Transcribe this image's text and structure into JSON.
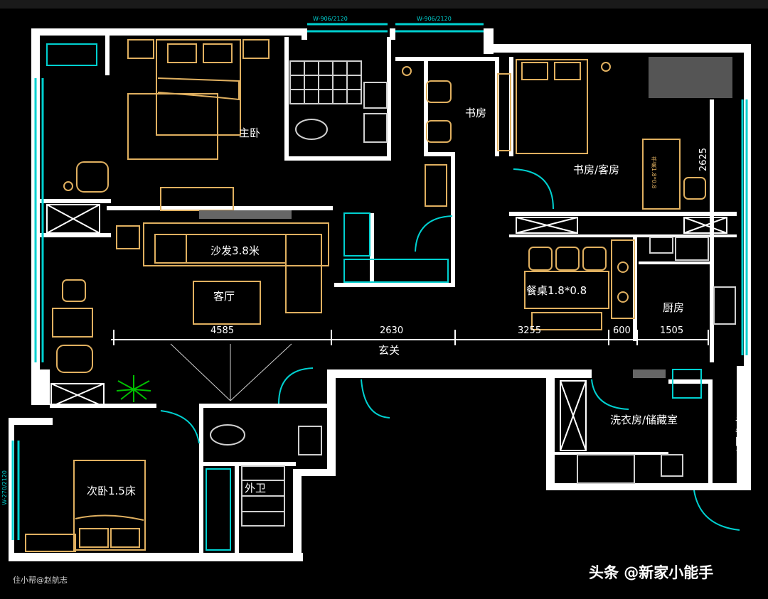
{
  "rooms": {
    "master_bedroom": "主卧",
    "study": "书房",
    "study_guest": "书房/客房",
    "sofa": "沙发3.8米",
    "living_room": "客厅",
    "dining_table": "餐桌1.8*0.8",
    "kitchen": "厨房",
    "entrance": "玄关",
    "laundry_storage": "洗衣房/储藏室",
    "equipment_balcony": "设备阳台",
    "second_bedroom": "次卧1.5床",
    "guest_bathroom": "外卫",
    "study_desk_note": "书桌1.8*0.8"
  },
  "dimensions": {
    "d1": "4585",
    "d2": "2630",
    "d3": "3255",
    "d4": "600",
    "d5": "1505",
    "study_height": "2625"
  },
  "window_tags": {
    "top_left": "W-906/2120",
    "top_right": "W-906/2120",
    "left_side": "W-270/2120"
  },
  "credit": "住小帮@赵航志",
  "watermark": "头条 @新家小能手",
  "colors": {
    "wall": "#ffffff",
    "furniture": "#e0b060",
    "window": "#00d0d0",
    "fixture": "#cfcfcf",
    "plant": "#00c000",
    "background": "#000000"
  }
}
